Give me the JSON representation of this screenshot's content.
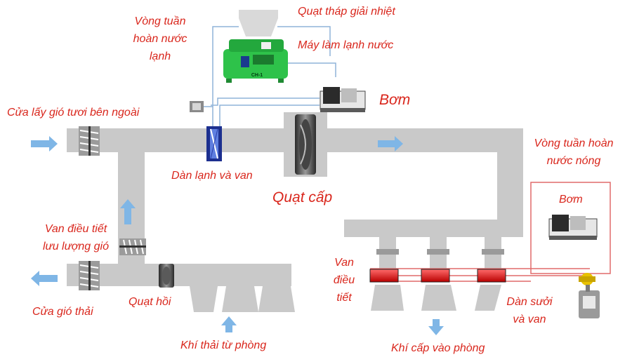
{
  "labels": {
    "cooling_tower": "Quạt tháp giải nhiệt",
    "chilled_loop": [
      "Vòng tuần",
      "hoàn nước",
      "lạnh"
    ],
    "chiller": "Máy làm lạnh nước",
    "chiller_tag": "CH-1",
    "pump_top": "Bơm",
    "fresh_air_inlet": "Cửa lấy gió tươi bên ngoài",
    "cooling_coil": "Dàn lạnh và van",
    "supply_fan": "Quạt cấp",
    "hot_loop": [
      "Vòng tuần hoàn",
      "nước nóng"
    ],
    "pump_right": "Bơm",
    "flow_damper": [
      "Van điều tiết",
      "lưu lượng gió"
    ],
    "zone_damper": [
      "Van",
      "điều",
      "tiết"
    ],
    "exhaust_outlet": "Cửa gió thải",
    "return_fan": "Quạt hồi",
    "room_exhaust": "Khí thải từ phòng",
    "supply_to_room": "Khí cấp vào phòng",
    "heating_coil": [
      "Dàn sưởi",
      "và van"
    ]
  },
  "colors": {
    "label": "#d9261c",
    "duct": "#c9c9c9",
    "arrow": "#7fb6e6",
    "cold_pipe": "#8fb3d9",
    "hot_pipe": "#e06a6a",
    "chiller": "#2ec24a",
    "heating_coil": "#e02020"
  }
}
